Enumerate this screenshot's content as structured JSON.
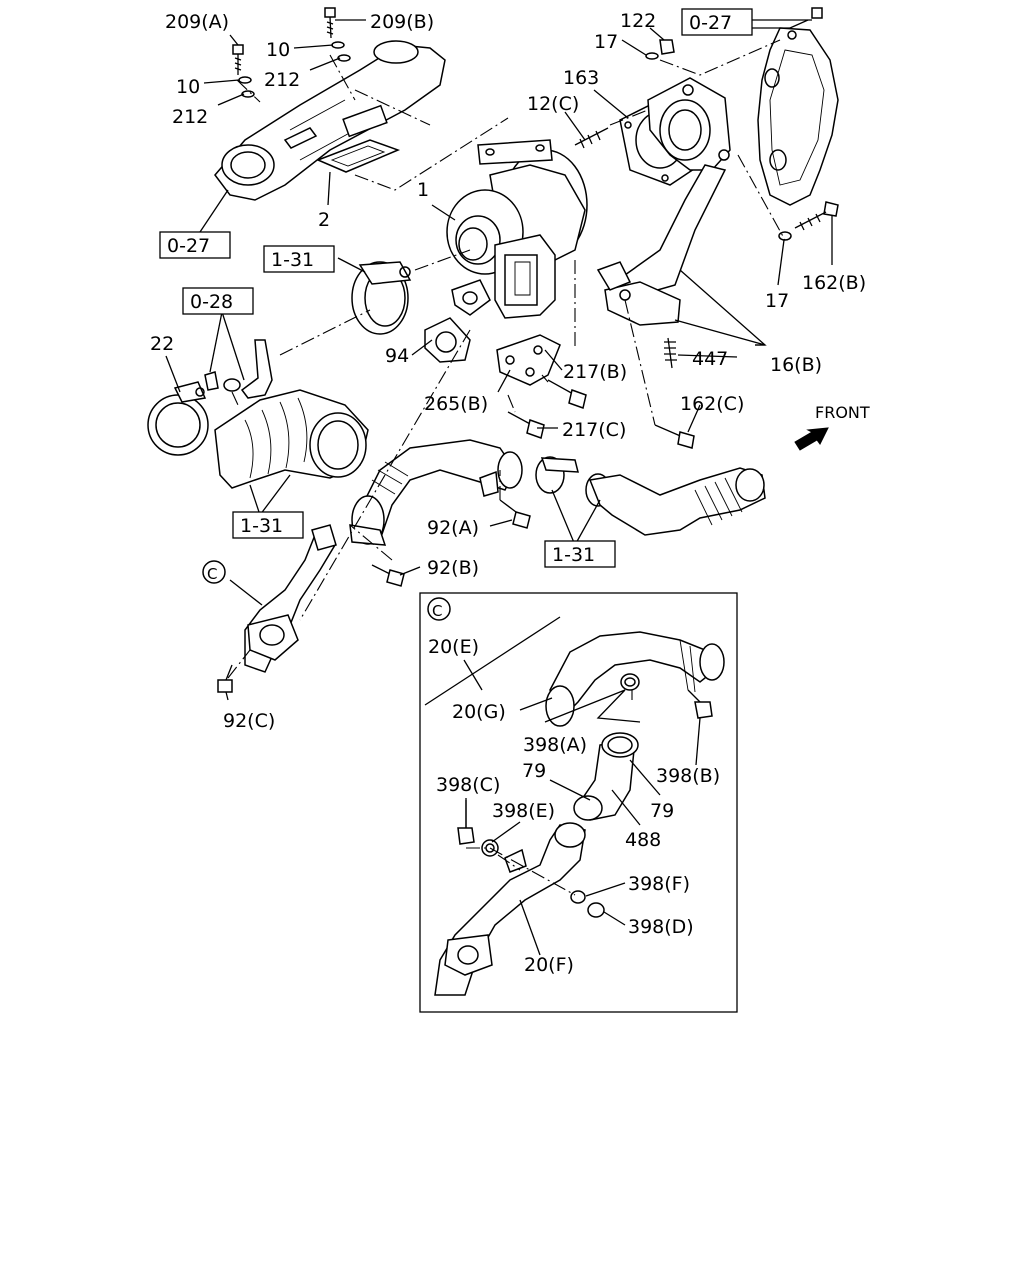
{
  "labels": {
    "l209a": "209(A)",
    "l209b": "209(B)",
    "l10a": "10",
    "l10b": "10",
    "l212a": "212",
    "l212b": "212",
    "l2": "2",
    "l027a": "0-27",
    "l027b": "0-27",
    "l122": "122",
    "l17a": "17",
    "l163": "163",
    "l12c": "12(C)",
    "l1": "1",
    "l131a": "1-31",
    "l131b": "1-31",
    "l131c": "1-31",
    "l028": "0-28",
    "l22": "22",
    "l94": "94",
    "l217b": "217(B)",
    "l265b": "265(B)",
    "l217c": "217(C)",
    "l162c": "162(C)",
    "l447": "447",
    "l16b": "16(B)",
    "l17b": "17",
    "l162b": "162(B)",
    "front": "FRONT",
    "l92a": "92(A)",
    "l92b": "92(B)",
    "l92c": "92(C)",
    "circleC1": "C",
    "circleC2": "C",
    "l20e": "20(E)",
    "l20g": "20(G)",
    "l398a": "398(A)",
    "l398b": "398(B)",
    "l398c": "398(C)",
    "l398e": "398(E)",
    "l79a": "79",
    "l79b": "79",
    "l488": "488",
    "l398f": "398(F)",
    "l398d": "398(D)",
    "l20f": "20(F)"
  }
}
